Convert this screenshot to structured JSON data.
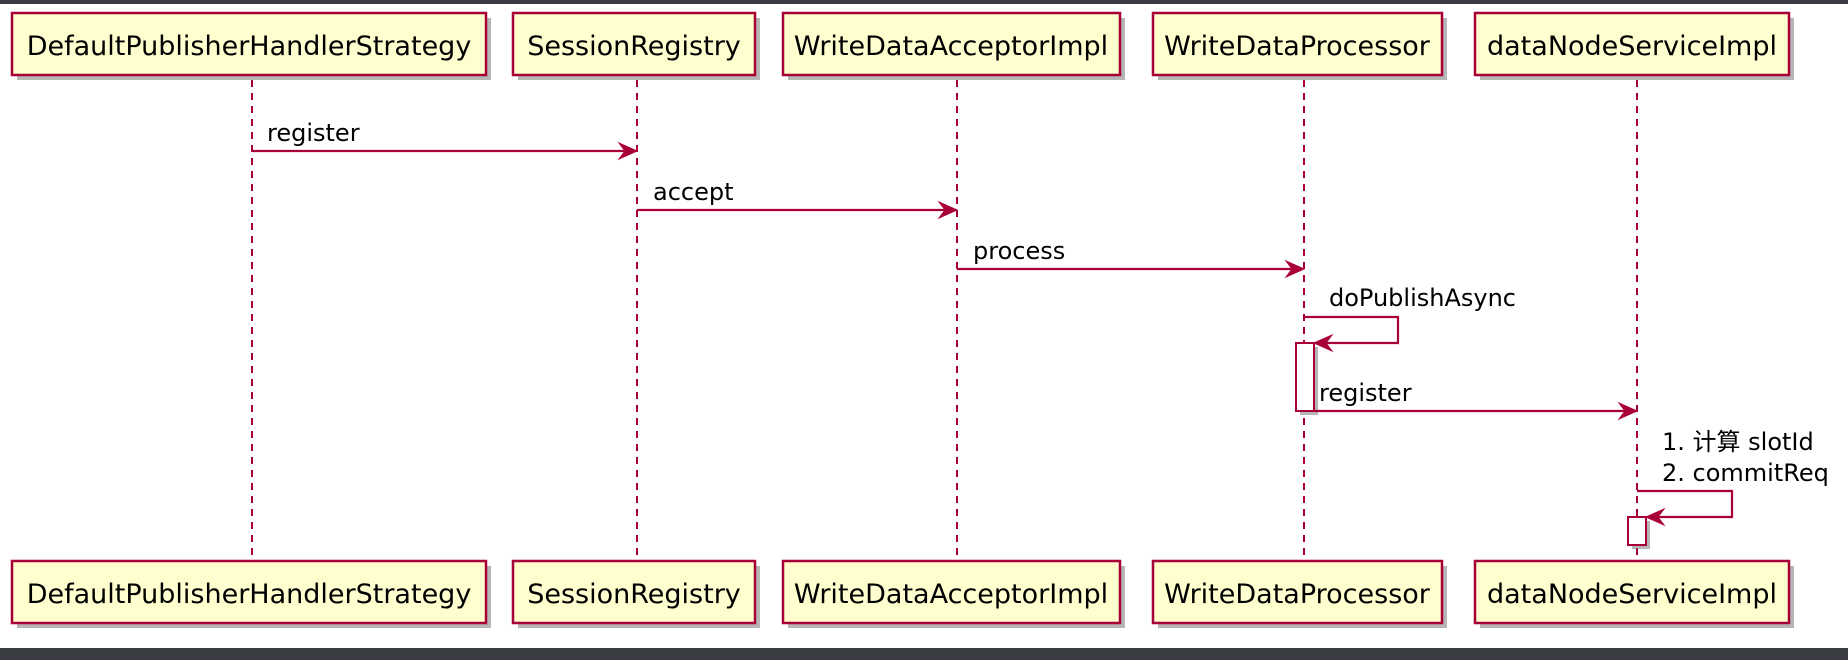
{
  "participants": [
    {
      "name": "DefaultPublisherHandlerStrategy"
    },
    {
      "name": "SessionRegistry"
    },
    {
      "name": "WriteDataAcceptorImpl"
    },
    {
      "name": "WriteDataProcessor"
    },
    {
      "name": "dataNodeServiceImpl"
    }
  ],
  "messages": [
    {
      "from": 0,
      "to": 1,
      "label": "register"
    },
    {
      "from": 1,
      "to": 2,
      "label": "accept"
    },
    {
      "from": 2,
      "to": 3,
      "label": "process"
    },
    {
      "from": 3,
      "to": 3,
      "label": "doPublishAsync"
    },
    {
      "from": 3,
      "to": 4,
      "label": "register"
    },
    {
      "from": 4,
      "to": 4,
      "label_lines": [
        "1. 计算 slotId",
        "2. commitReq"
      ]
    }
  ],
  "colors": {
    "border": "#a80036",
    "participant_fill": "#fefece",
    "background": "#ffffff"
  }
}
